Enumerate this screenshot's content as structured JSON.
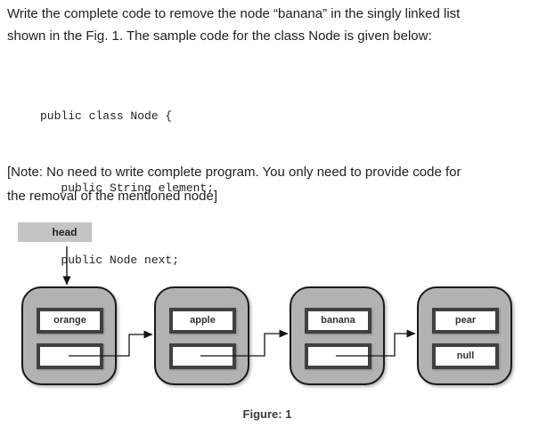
{
  "question": {
    "line1": "Write the complete code to remove the node “banana” in the singly linked list",
    "line2": "shown in the Fig. 1. The sample code for the class Node is given below:"
  },
  "code_block": {
    "lines": [
      "public class Node {",
      "   public String element;",
      "   public Node next;",
      "}"
    ]
  },
  "note": {
    "line1": "[Note: No need to write complete program. You only need to provide code for",
    "line2": "the removal of the mentioned node]"
  },
  "figure": {
    "head_label": "head",
    "caption": "Figure: 1",
    "nodes": [
      {
        "element": "orange",
        "next": ""
      },
      {
        "element": "apple",
        "next": ""
      },
      {
        "element": "banana",
        "next": ""
      },
      {
        "element": "pear",
        "next": "null"
      }
    ]
  },
  "colors": {
    "node_fill": "#b2b2b2",
    "node_border": "#1a1a1a",
    "cell_border": "#404040",
    "head_fill": "#c4c4c4",
    "arrow": "#151515"
  }
}
